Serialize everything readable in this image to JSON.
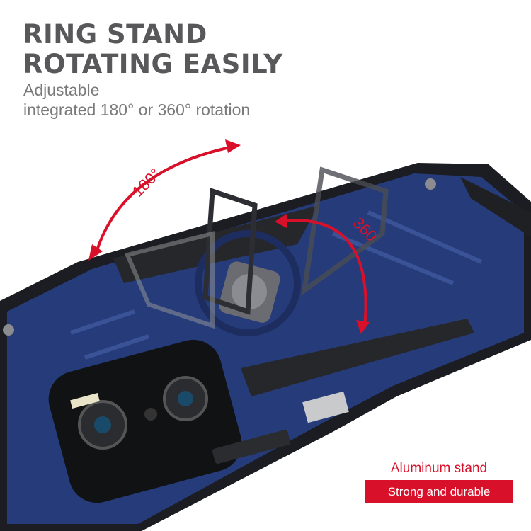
{
  "headline": {
    "line1": "RING STAND",
    "line2": "ROTATING EASILY"
  },
  "subtitle": {
    "line1": "Adjustable",
    "line2": "integrated 180° or 360° rotation"
  },
  "annotations": {
    "arc_180_label": "180°",
    "arc_360_label": "360"
  },
  "badge": {
    "top_label": "Aluminum stand",
    "bottom_label": "Strong and durable"
  },
  "colors": {
    "accent_red": "#d9102a",
    "case_blue": "#263c7a",
    "text_gray": "#58585a"
  }
}
